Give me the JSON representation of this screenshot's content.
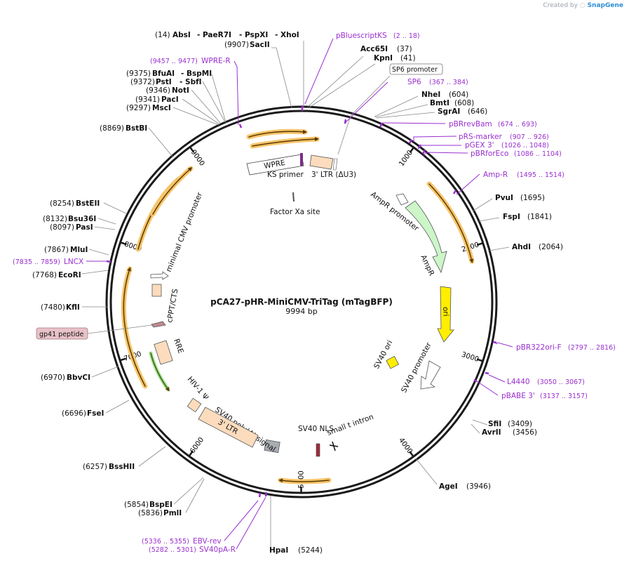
{
  "credit": {
    "created_by": "Created by",
    "brand": "SnapGene"
  },
  "plasmid": {
    "name": "pCA27-pHR-MiniCMV-TriTag (mTagBFP)",
    "size": "9994 bp"
  },
  "ticks": [
    "1000",
    "2000",
    "3000",
    "4000",
    "5000",
    "6000",
    "7000",
    "8000",
    "9000"
  ],
  "enzymes": {
    "absI": {
      "pos": "(14)",
      "name": "AbsI"
    },
    "paer7i": "- PaeR7I",
    "pspxi": "- PspXI",
    "xhoi": "- XhoI",
    "sacII": {
      "pos": "(9907)",
      "name": "SacII"
    },
    "acc65I": {
      "name": "Acc65I",
      "pos": "(37)"
    },
    "kpnI": {
      "name": "KpnI",
      "pos": "(41)"
    },
    "nheI": {
      "name": "NheI",
      "pos": "(604)"
    },
    "bmtI": {
      "name": "BmtI",
      "pos": "(608)"
    },
    "sgrAI": {
      "name": "SgrAI",
      "pos": "(646)"
    },
    "pvuI": {
      "name": "PvuI",
      "pos": "(1695)"
    },
    "fspI": {
      "name": "FspI",
      "pos": "(1841)"
    },
    "ahdI": {
      "name": "AhdI",
      "pos": "(2064)"
    },
    "sfiI": {
      "name": "SfiI",
      "pos": "(3409)"
    },
    "avrII": {
      "name": "AvrII",
      "pos": "(3456)"
    },
    "ageI": {
      "name": "AgeI",
      "pos": "(3946)"
    },
    "hpaI": {
      "name": "HpaI",
      "pos": "(5244)"
    },
    "pmlI": {
      "pos": "(5836)",
      "name": "PmlI"
    },
    "bspEI": {
      "pos": "(5854)",
      "name": "BspEI"
    },
    "bssHII": {
      "pos": "(6257)",
      "name": "BssHII"
    },
    "fseI": {
      "pos": "(6696)",
      "name": "FseI"
    },
    "bbvCI": {
      "pos": "(6970)",
      "name": "BbvCI"
    },
    "kflI": {
      "pos": "(7480)",
      "name": "KflI"
    },
    "ecoRI": {
      "pos": "(7768)",
      "name": "EcoRI"
    },
    "mluI": {
      "pos": "(7867)",
      "name": "MluI"
    },
    "pasI": {
      "pos": "(8097)",
      "name": "PasI"
    },
    "bsu36I": {
      "pos": "(8132)",
      "name": "Bsu36I"
    },
    "bstEII": {
      "pos": "(8254)",
      "name": "BstEII"
    },
    "bstBI": {
      "pos": "(8869)",
      "name": "BstBI"
    },
    "mscI": {
      "pos": "(9297)",
      "name": "MscI"
    },
    "pacI": {
      "pos": "(9341)",
      "name": "PacI"
    },
    "notI": {
      "pos": "(9346)",
      "name": "NotI"
    },
    "pstI": {
      "pos": "(9372)",
      "name": "PstI"
    },
    "sbfI": "- SbfI",
    "bfuAI": {
      "pos": "(9375)",
      "name": "BfuAI"
    },
    "bspMI": "- BspMI"
  },
  "primers": {
    "pBluescriptKS": {
      "name": "pBluescriptKS",
      "range": "(2 .. 18)"
    },
    "sp6": {
      "name": "SP6",
      "range": "(367 .. 384)"
    },
    "pBRrevBam": {
      "name": "pBRrevBam",
      "range": "(674 .. 693)"
    },
    "pRSmarker": {
      "name": "pRS-marker",
      "range": "(907 .. 926)"
    },
    "pGEX3": {
      "name": "pGEX 3'",
      "range": "(1026 .. 1048)"
    },
    "pBRforEco": {
      "name": "pBRforEco",
      "range": "(1086 .. 1104)"
    },
    "ampR": {
      "name": "Amp-R",
      "range": "(1495 .. 1514)"
    },
    "pBR322oriF": {
      "name": "pBR322ori-F",
      "range": "(2797 .. 2816)"
    },
    "l4440": {
      "name": "L4440",
      "range": "(3050 .. 3067)"
    },
    "pBABE3": {
      "name": "pBABE 3'",
      "range": "(3137 .. 3157)"
    },
    "ebvRev": {
      "range": "(5336 .. 5355)",
      "name": "EBV-rev"
    },
    "sv40pAR": {
      "range": "(5282 .. 5301)",
      "name": "SV40pA-R"
    },
    "lncx": {
      "range": "(7835 .. 7859)",
      "name": "LNCX"
    },
    "wpreR": {
      "range": "(9457 .. 9477)",
      "name": "WPRE-R"
    }
  },
  "boxed_labels": {
    "sp6_promoter": "SP6 promoter",
    "gp41": "gp41 peptide"
  },
  "features": {
    "wpre": "WPRE",
    "ks_primer": "KS primer",
    "ltr3_du3": "3' LTR (ΔU3)",
    "factor_xa": "Factor Xa site",
    "ampR_promoter": "AmpR promoter",
    "ampR": "AmpR",
    "ori": "ori",
    "sv40_promoter": "SV40 promoter",
    "sv40_ori": "SV40 ori",
    "small_t_intron": "small t intron",
    "sv40_nls": "SV40 NLS",
    "sv40_polya": "SV40 poly(A) signal",
    "ltr3": "3' LTR",
    "hiv_psi": "HIV-1 Ψ",
    "rre": "RRE",
    "cppt": "cPPT/CTS",
    "mini_cmv": "minimal CMV promoter"
  },
  "colors": {
    "backbone": "#1a1a1a",
    "primer": "#9a2fd0",
    "orf": "#f6c56b",
    "ampR": "#ccf5c8",
    "ori": "#ffee00",
    "ltr": "#fcdcbd",
    "gp41_fill": "#e8c2c8"
  }
}
